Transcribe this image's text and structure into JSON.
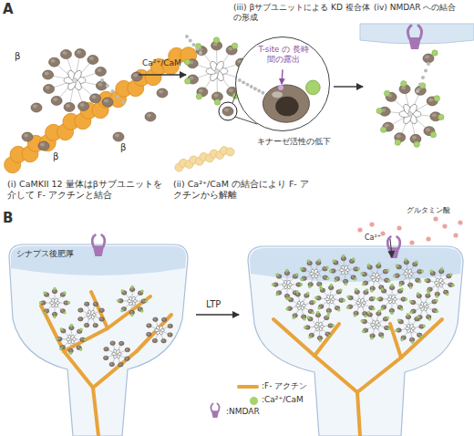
{
  "diagram": {
    "nodes": [
      {
        "text": [
          "T-site の 長時間の露出"
        ]
      }
    ],
    "labels": [
      "A",
      "Ca²⁺/CaM",
      "β",
      "β",
      "β",
      "(iii) βサブユニットによる KD 複合体の形成",
      "(iv) NMDAR への結合",
      "キナーゼ活性の低下",
      "(i) CaMKII 12 量体はβサブユニットを 介して F- アクチンと結合",
      "(ii) Ca²⁺/CaM の結合により F- アクチンから解離",
      "B",
      "シナプス後肥厚",
      "LTP",
      "Ca²⁺",
      "グルタミン酸"
    ],
    "legend": [
      {
        "text": ":NMDAR"
      },
      {
        "text": ":F- アクチン"
      },
      {
        "text": ":Ca²⁺/CaM",
        "color": "#a8d26e"
      }
    ]
  }
}
